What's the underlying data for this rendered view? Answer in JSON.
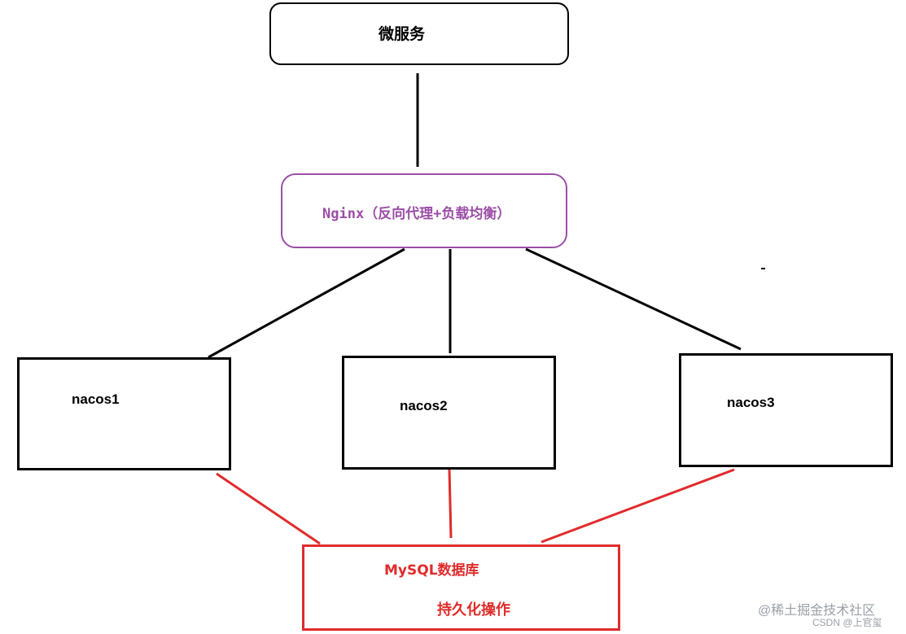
{
  "nodes": {
    "microservice": {
      "label": "微服务"
    },
    "nginx": {
      "label": "Nginx（反向代理+负载均衡）"
    },
    "nacos1": {
      "label": "nacos1"
    },
    "nacos2": {
      "label": "nacos2"
    },
    "nacos3": {
      "label": "nacos3"
    },
    "mysql": {
      "label": "MySQL数据库",
      "sublabel": "持久化操作"
    }
  },
  "colors": {
    "nginx": "#9b4ea6",
    "database": "#e02b2b",
    "default": "#000000"
  },
  "watermark": {
    "main": "@稀土掘金技术社区",
    "sub": "CSDN @上官玺"
  }
}
